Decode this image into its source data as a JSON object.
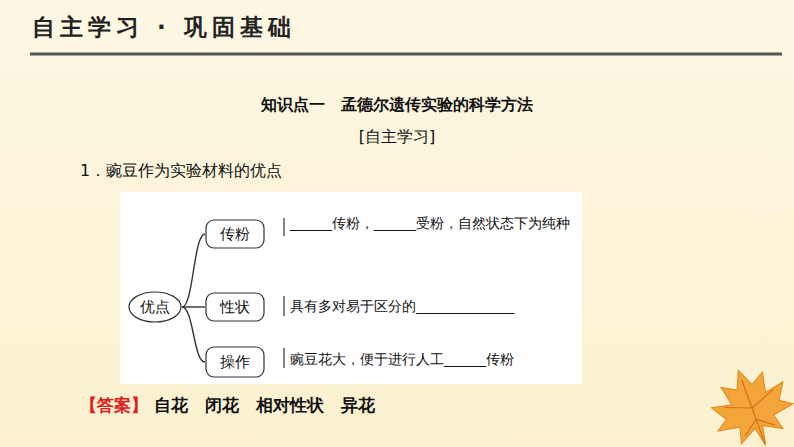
{
  "diagram": {
    "title": "自主学习 · 巩固基础",
    "nodes": [
      {
        "text": [
          "优点"
        ]
      },
      {
        "text": [
          "传粉"
        ]
      },
      {
        "text": [
          "性状"
        ]
      },
      {
        "text": [
          "操作"
        ]
      }
    ],
    "edges": [
      {
        "from": 0,
        "to": 1,
        "arrow": "none"
      },
      {
        "from": 0,
        "to": 2,
        "arrow": "none"
      },
      {
        "from": 0,
        "to": 3,
        "arrow": "none"
      }
    ],
    "labels": [
      "知识点一　孟德尔遗传实验的科学方法",
      "[自主学习]",
      "1．豌豆作为实验材料的优点",
      "______传粉，______受粉，自然状态下为纯种",
      "具有多对易于区分的______________",
      "豌豆花大，便于进行人工______传粉",
      "【答案】",
      "自花　闭花　相对性状　异花"
    ]
  }
}
